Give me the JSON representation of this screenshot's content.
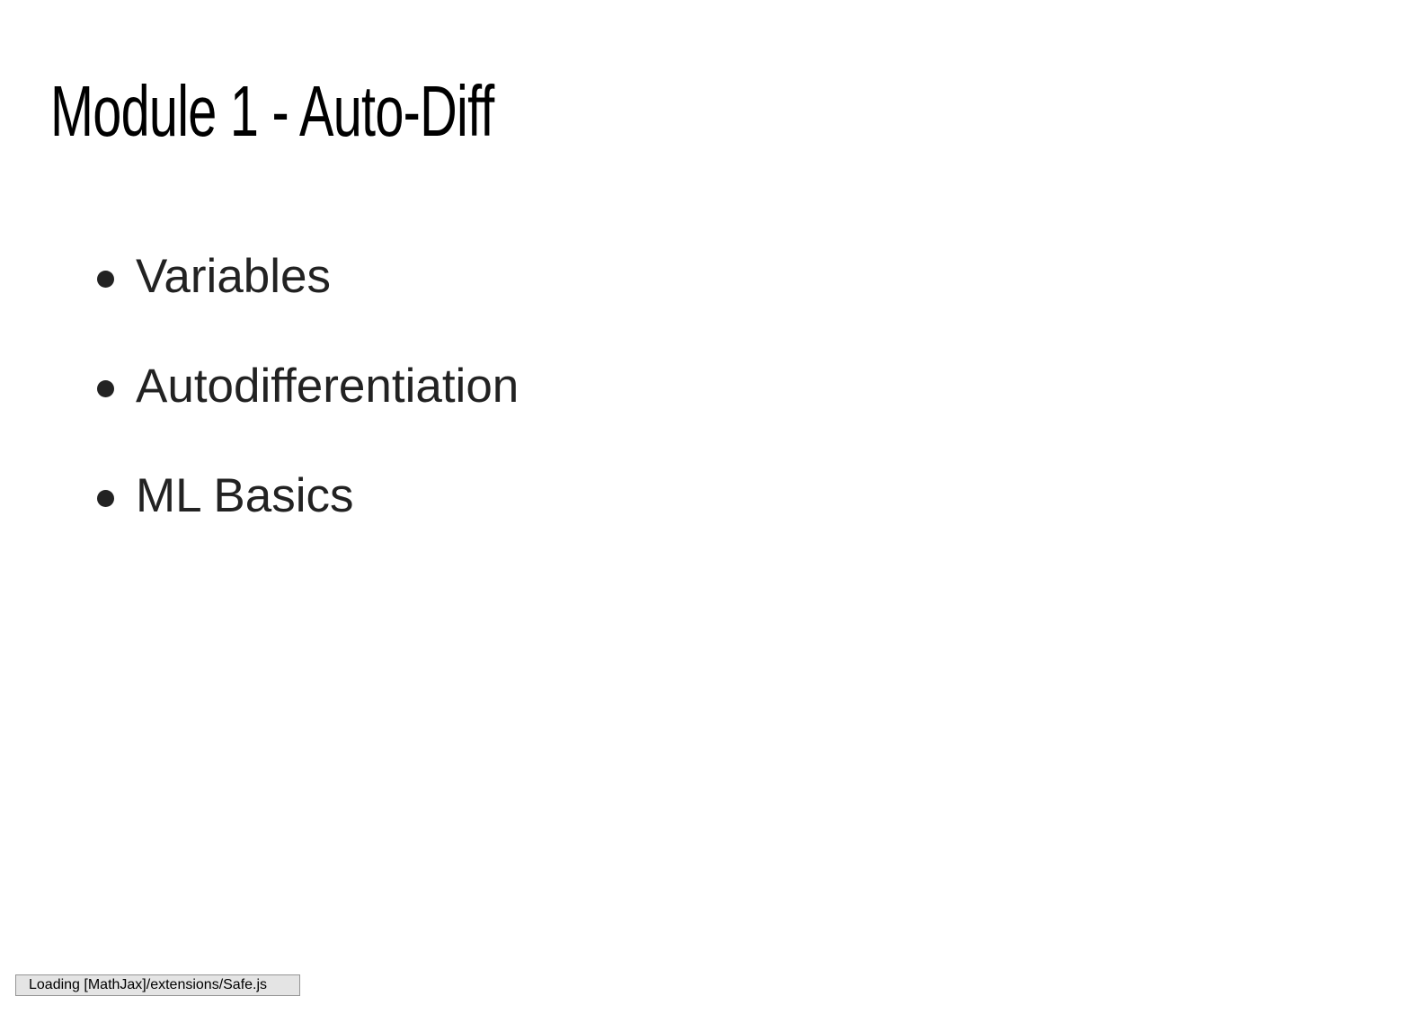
{
  "slide": {
    "title": "Module 1 - Auto-Diff",
    "bullets": [
      {
        "label": "Variables"
      },
      {
        "label": "Autodifferentiation"
      },
      {
        "label": "ML Basics"
      }
    ]
  },
  "status": {
    "message": "Loading [MathJax]/extensions/Safe.js"
  },
  "colors": {
    "background": "#ffffff",
    "title": "#000000",
    "body_text": "#222222",
    "status_background": "#e4e4e4",
    "status_border": "#959595"
  }
}
